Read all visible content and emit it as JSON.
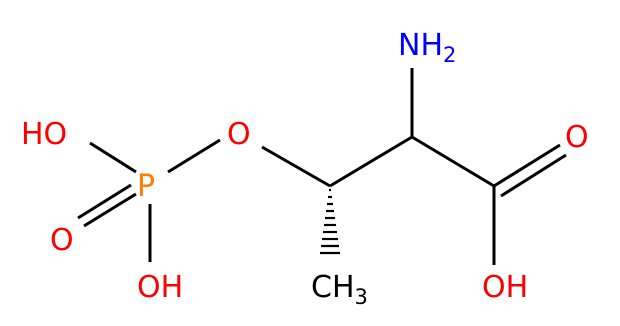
{
  "molecule": {
    "atoms": {
      "nh2": {
        "text": "NH",
        "sub": "2"
      },
      "ch3": {
        "text": "CH",
        "sub": "3"
      },
      "o_carbonyl": {
        "text": "O"
      },
      "oh_acid": {
        "text": "OH"
      },
      "o_ester": {
        "text": "O"
      },
      "p": {
        "text": "P"
      },
      "ho_top": {
        "text": "HO"
      },
      "o_phosphoryl": {
        "text": "O"
      },
      "oh_bottom": {
        "text": "OH"
      }
    },
    "colors": {
      "carbon_heteroatom": "#000000",
      "oxygen": "#ff0000",
      "nitrogen": "#0000ff",
      "phosphorus": "#ff8000"
    }
  }
}
